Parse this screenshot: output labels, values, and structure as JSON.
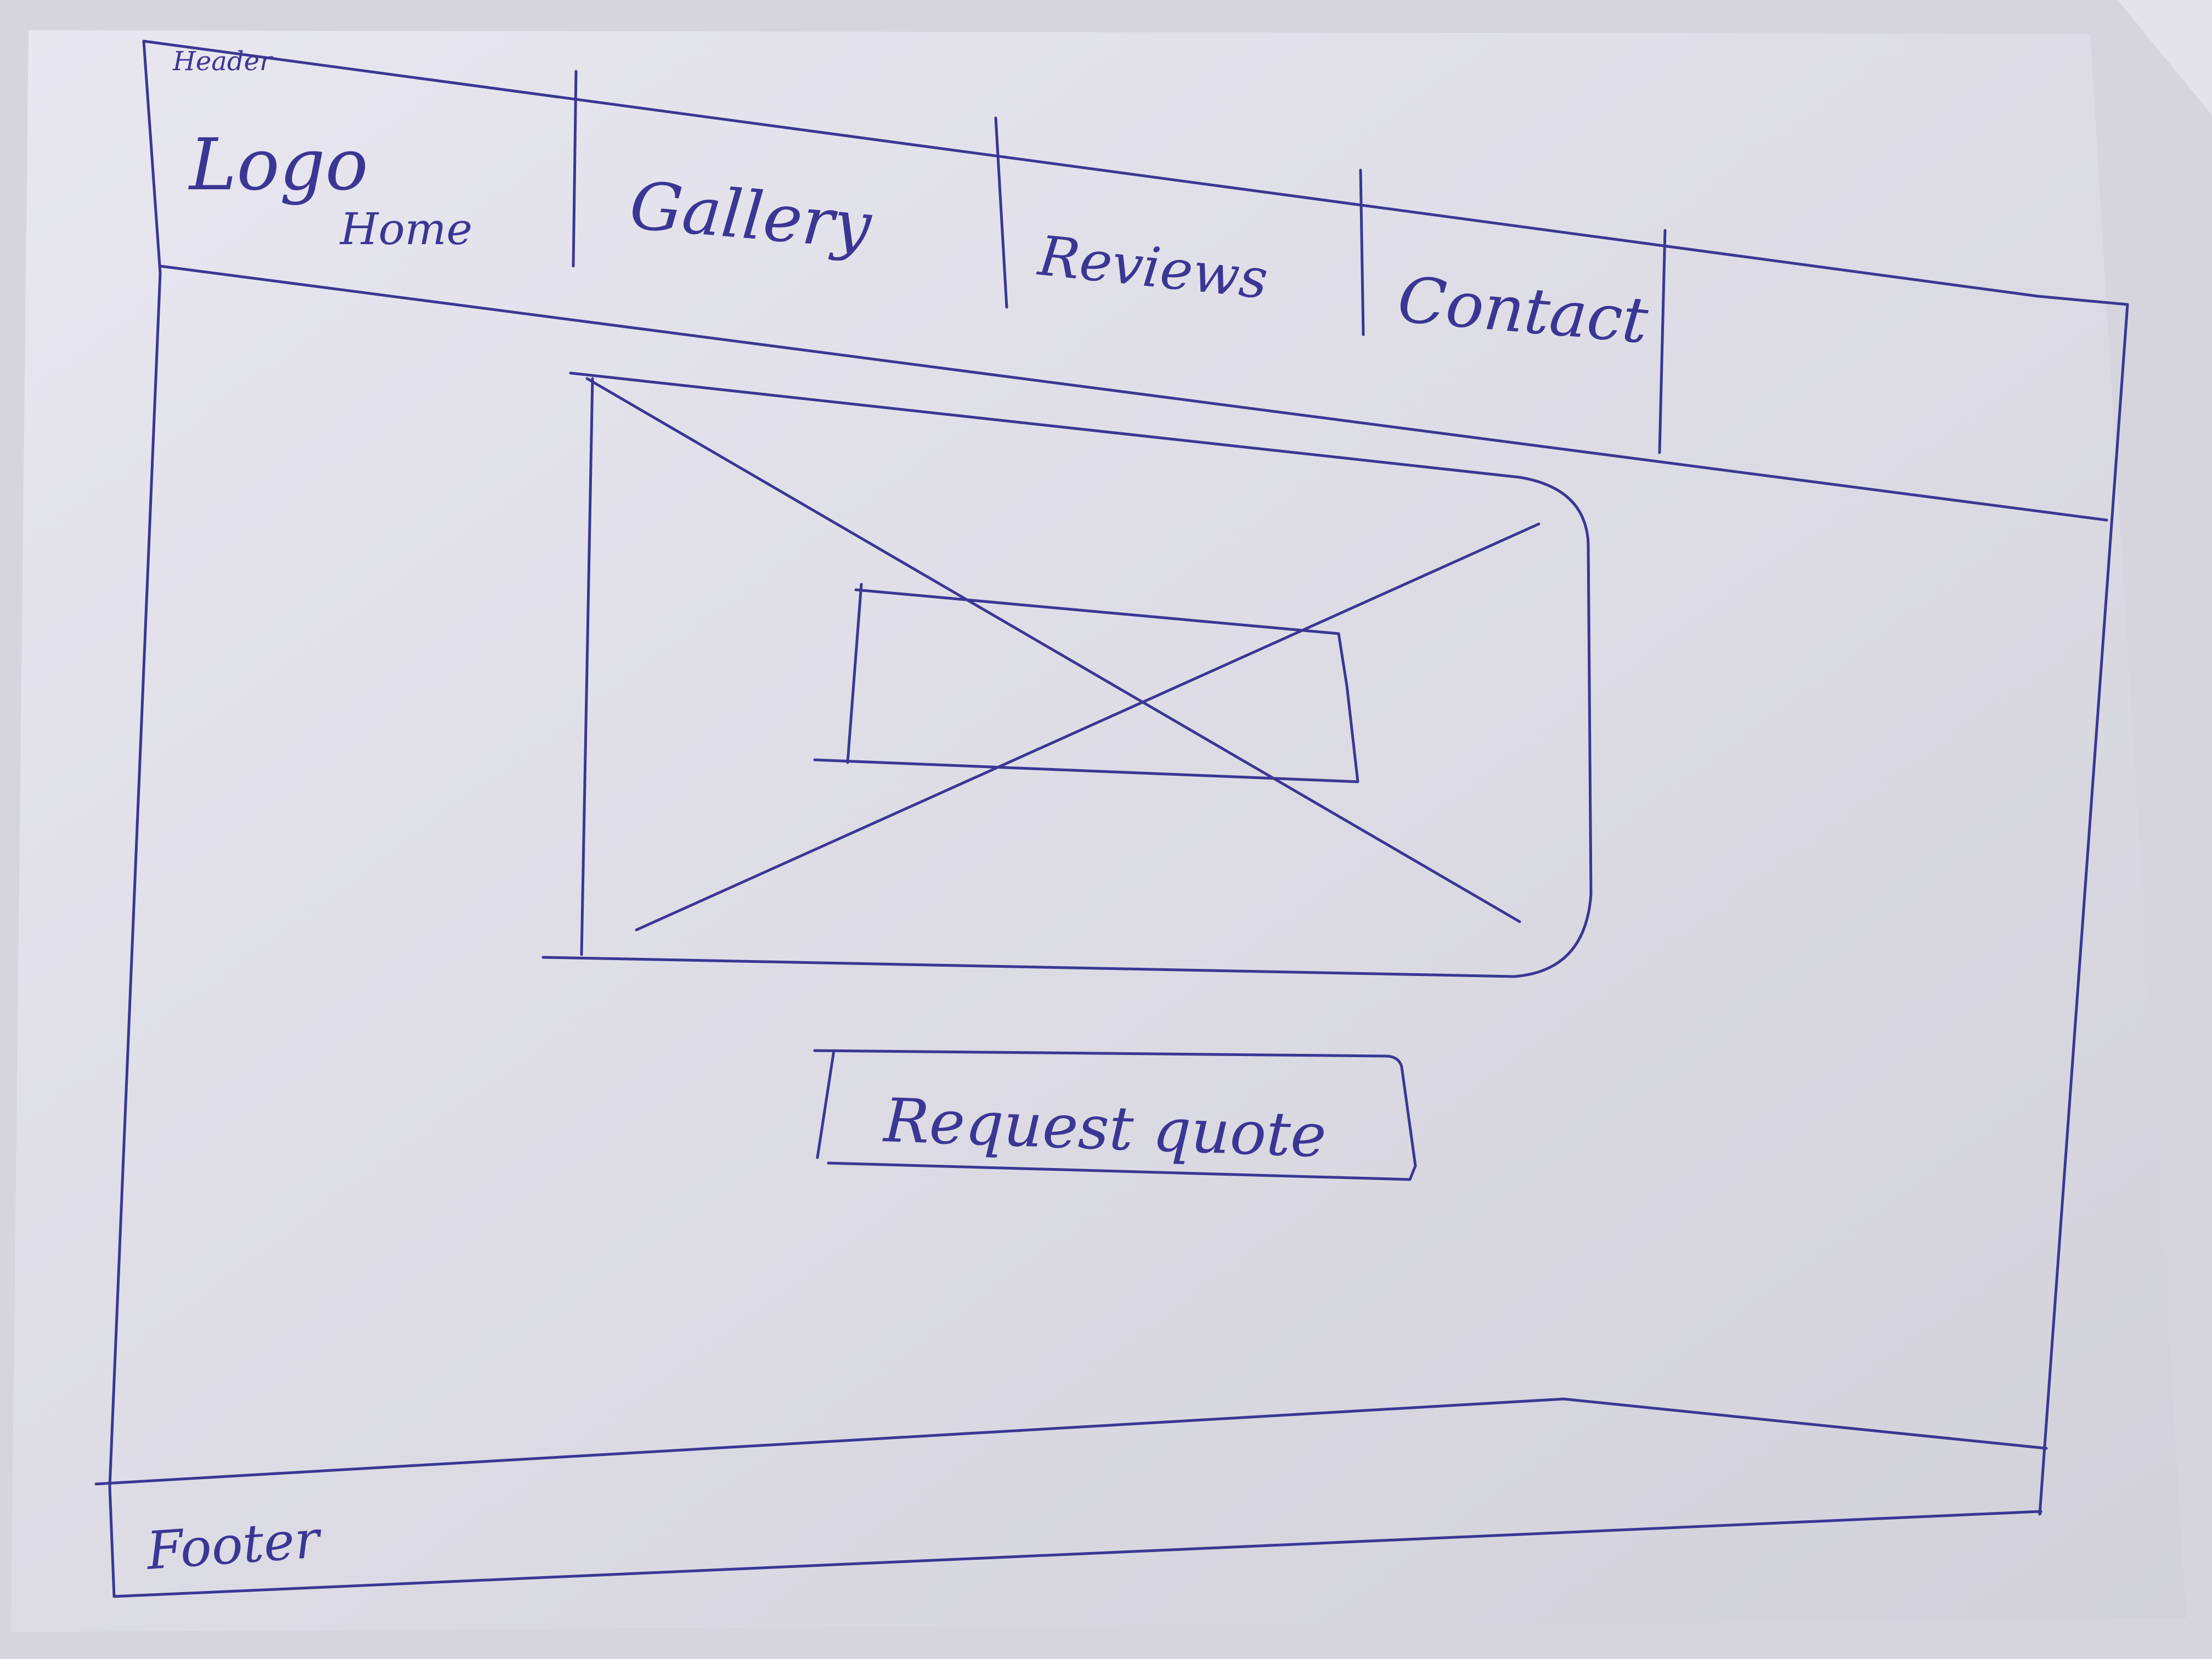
{
  "header": {
    "label": "Header",
    "logo": "Logo",
    "nav": [
      "Home",
      "Gallery",
      "Reviews",
      "Contact"
    ]
  },
  "main": {
    "image_placeholder": "image-placeholder",
    "cta_label": "Request quote"
  },
  "footer": {
    "label": "Footer"
  },
  "colors": {
    "ink": "#3b3694",
    "paper": "#e6e5ee",
    "table": "#d6d5dd"
  }
}
